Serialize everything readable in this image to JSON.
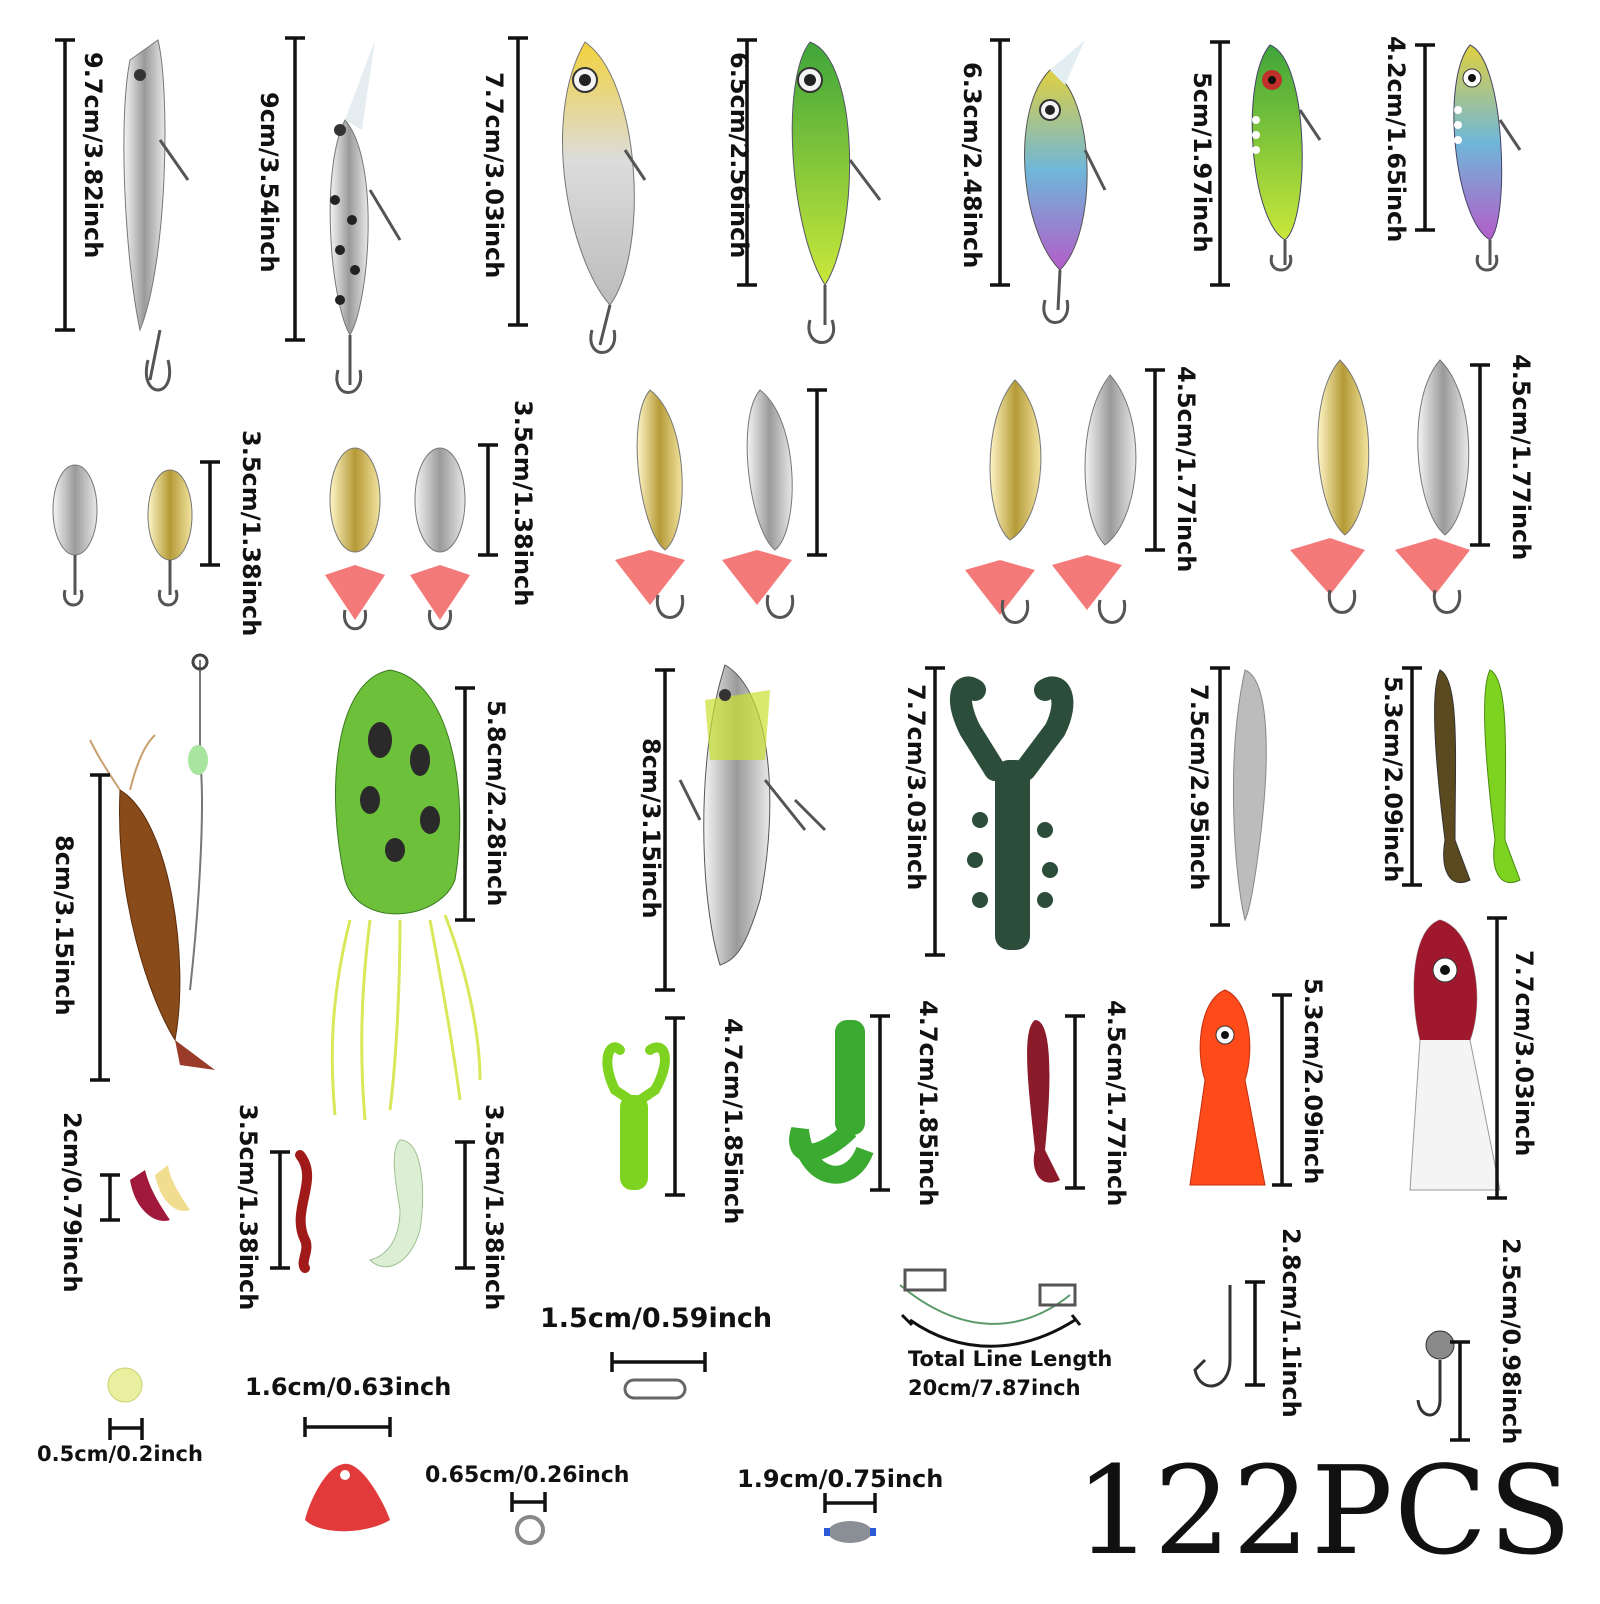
{
  "title": "122PCS",
  "colors": {
    "background": "#ffffff",
    "ink": "#111111",
    "lure_green": "#7ed321",
    "lure_red": "#c0202a",
    "blade_pink": "#f47a7a"
  },
  "labels": {
    "minnow_97": "9.7cm/3.82inch",
    "crank_90": "9cm/3.54inch",
    "crank_77": "7.7cm/3.03inch",
    "popper_65": "6.5cm/2.56inch",
    "crank_63": "6.3cm/2.48inch",
    "vib_50": "5cm/1.97inch",
    "vib_42": "4.2cm/1.65inch",
    "spoon_small_a": "3.5cm/1.38inch",
    "spoon_small_b": "3.5cm/1.38inch",
    "spoon_45_a": "4.5cm/1.77inch",
    "spoon_45_b": "4.5cm/1.77inch",
    "shrimp": "8cm/3.15inch",
    "frog": "5.8cm/2.28inch",
    "swimbait": "8cm/3.15inch",
    "craw": "7.7cm/3.03inch",
    "minnow_soft": "7.5cm/2.95inch",
    "paddle": "5.3cm/2.09inch",
    "squid_big": "7.7cm/3.03inch",
    "craw_small": "4.7cm/1.85inch",
    "grub": "4.7cm/1.85inch",
    "worm_red": "4.5cm/1.77inch",
    "squid_small": "5.3cm/2.09inch",
    "maggot": "2cm/0.79inch",
    "worm_thin": "3.5cm/1.38inch",
    "grub_clear": "3.5cm/1.38inch",
    "snap": "1.5cm/0.59inch",
    "leader_a": "Total  Line Length",
    "leader_b": "20cm/7.87inch",
    "hook": "2.8cm/1.1inch",
    "jighead": "2.5cm/0.98inch",
    "bead": "0.5cm/0.2inch",
    "blade": "1.6cm/0.63inch",
    "split_ring": "0.65cm/0.26inch",
    "sinker": "1.9cm/0.75inch"
  }
}
